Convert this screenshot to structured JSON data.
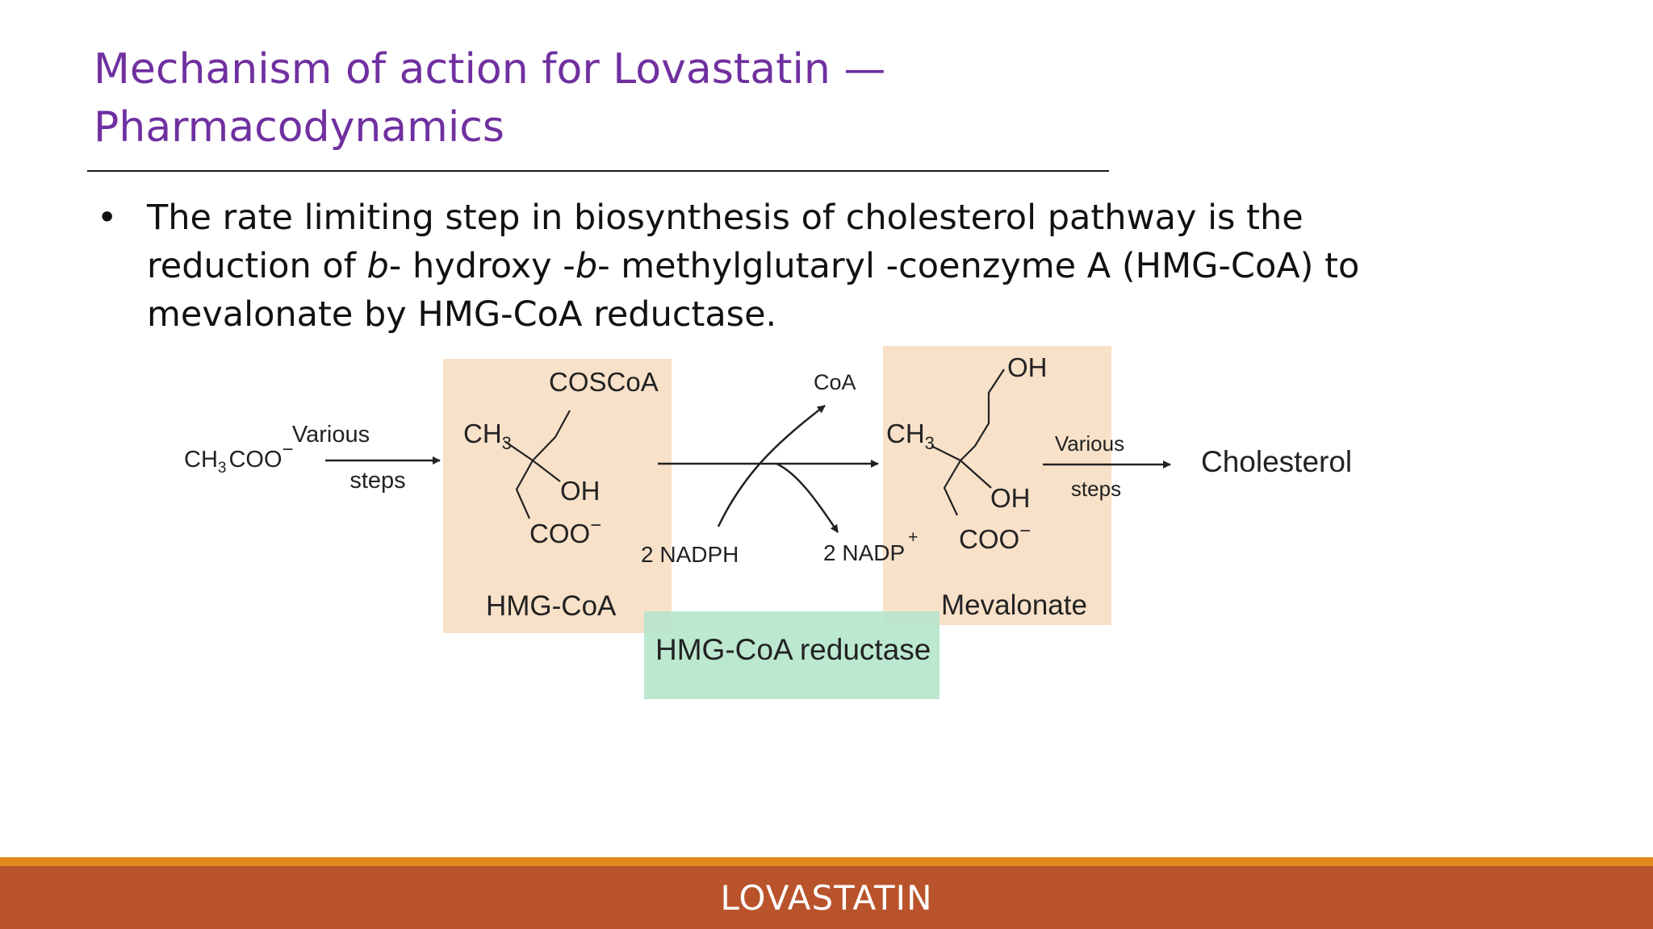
{
  "title": {
    "line1": "Mechanism of action for Lovastatin —",
    "line2": "Pharmacodynamics"
  },
  "bullet": {
    "glyph": "•",
    "part1": "The rate limiting step in biosynthesis of cholesterol pathway is the reduction of ",
    "italic1": "b",
    "part2": "- hydroxy -",
    "italic2": "b",
    "part3": "- methylglutaryl -coenzyme A (HMG-CoA) to mevalonate by HMG-CoA reductase."
  },
  "diagram": {
    "acetate_main": "CH",
    "acetate_sub": "3",
    "acetate_coo": "COO",
    "minus": "−",
    "step1_top": "Various",
    "step1_bottom": "steps",
    "hmg_coscoa": "COSCoA",
    "hmg_ch": "CH",
    "hmg_ch_sub": "3",
    "hmg_oh": "OH",
    "hmg_coo": "COO",
    "hmg_label": "HMG-CoA",
    "coa": "CoA",
    "nadph": "2 NADPH",
    "nadp": "2 NADP",
    "plus": "+",
    "mev_oh_top": "OH",
    "mev_ch": "CH",
    "mev_ch_sub": "3",
    "mev_oh": "OH",
    "mev_coo": "COO",
    "mev_label": "Mevalonate",
    "step2_top": "Various",
    "step2_bottom": "steps",
    "product": "Cholesterol",
    "enzyme": "HMG-CoA reductase",
    "highlight_color": "#f7dcc0",
    "enzyme_color": "#b5e6cb"
  },
  "footer": {
    "label": "LOVASTATIN",
    "bar_color": "#b9532b",
    "accent_color": "#e08a1e"
  }
}
